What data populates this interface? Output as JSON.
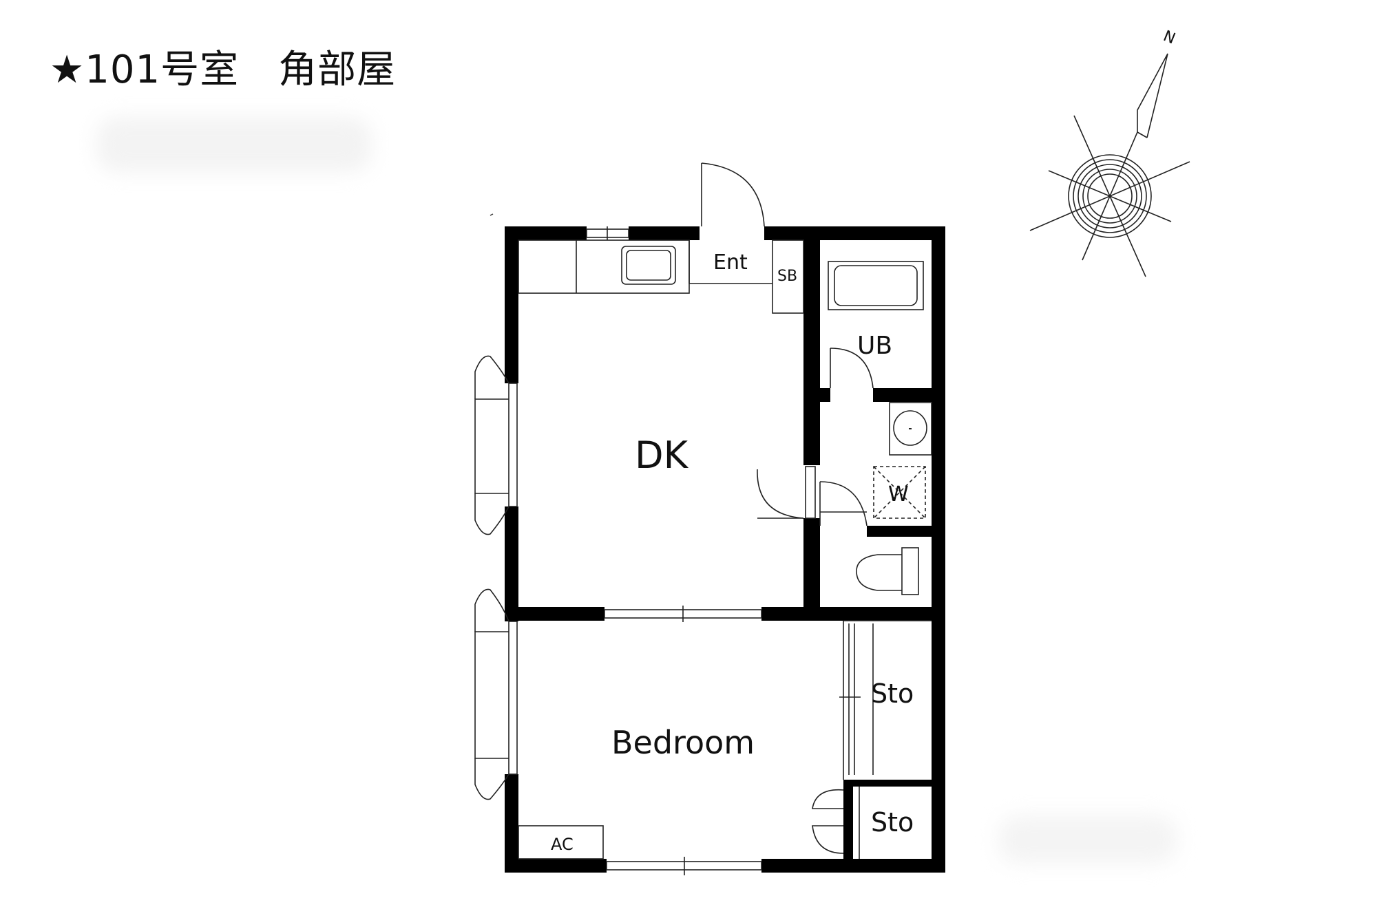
{
  "header": {
    "title": "★101号室　角部屋"
  },
  "compass": {
    "north_label": "N",
    "icon": "compass-rose-icon"
  },
  "rooms": {
    "entrance": "Ent",
    "shoe_box": "SB",
    "bath": "UB",
    "dining_kitchen": "DK",
    "washer": "W",
    "storage_upper": "Sto",
    "storage_lower": "Sto",
    "bedroom": "Bedroom",
    "air_conditioner": "AC"
  }
}
